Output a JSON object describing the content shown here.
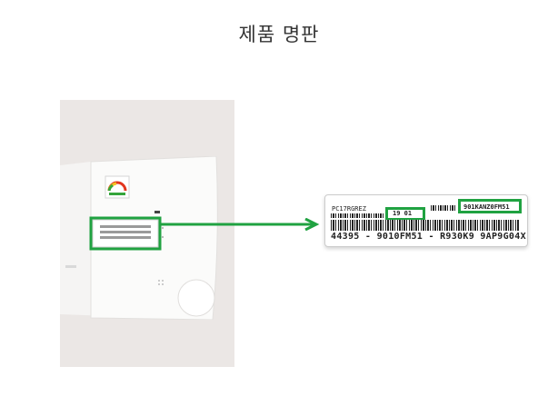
{
  "title": "제품 명판",
  "label": {
    "model_code": "PC17RGREZ",
    "date_code": "19 01",
    "serial_code": "901KANZ0FM51",
    "small_right": "",
    "bottom_text": "44395 - 9010FM51 - R930K9   9AP9G04X"
  },
  "colors": {
    "highlight": "#20a241",
    "background": "#ebe7e5"
  },
  "icons": [
    "arrow-right-icon"
  ]
}
